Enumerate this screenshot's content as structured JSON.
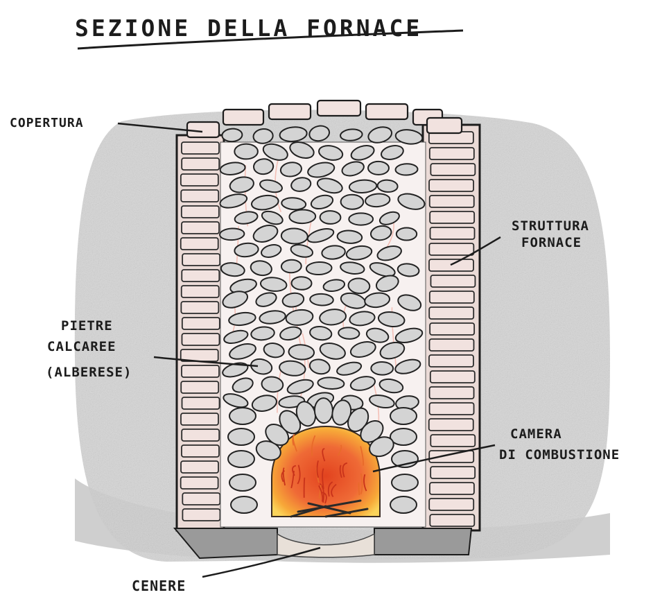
{
  "title": "SEZIONE DELLA FORNACE",
  "labels": {
    "copertura": "COPERTURA",
    "struttura_line1": "STRUTTURA",
    "struttura_line2": "FORNACE",
    "pietre_line1": "PIETRE",
    "pietre_line2": "CALCAREE",
    "pietre_line3": "(ALBERESE)",
    "camera_line1": "CAMERA",
    "camera_line2": "DI COMBUSTIONE",
    "cenere": "CENERE"
  },
  "colors": {
    "ink": "#1c1c1c",
    "ground": "#c9c9c9",
    "brick": "#f1e2df",
    "stone": "#d4d4d4",
    "fire_outer": "#f8c24a",
    "fire_inner": "#ee5a2c"
  }
}
